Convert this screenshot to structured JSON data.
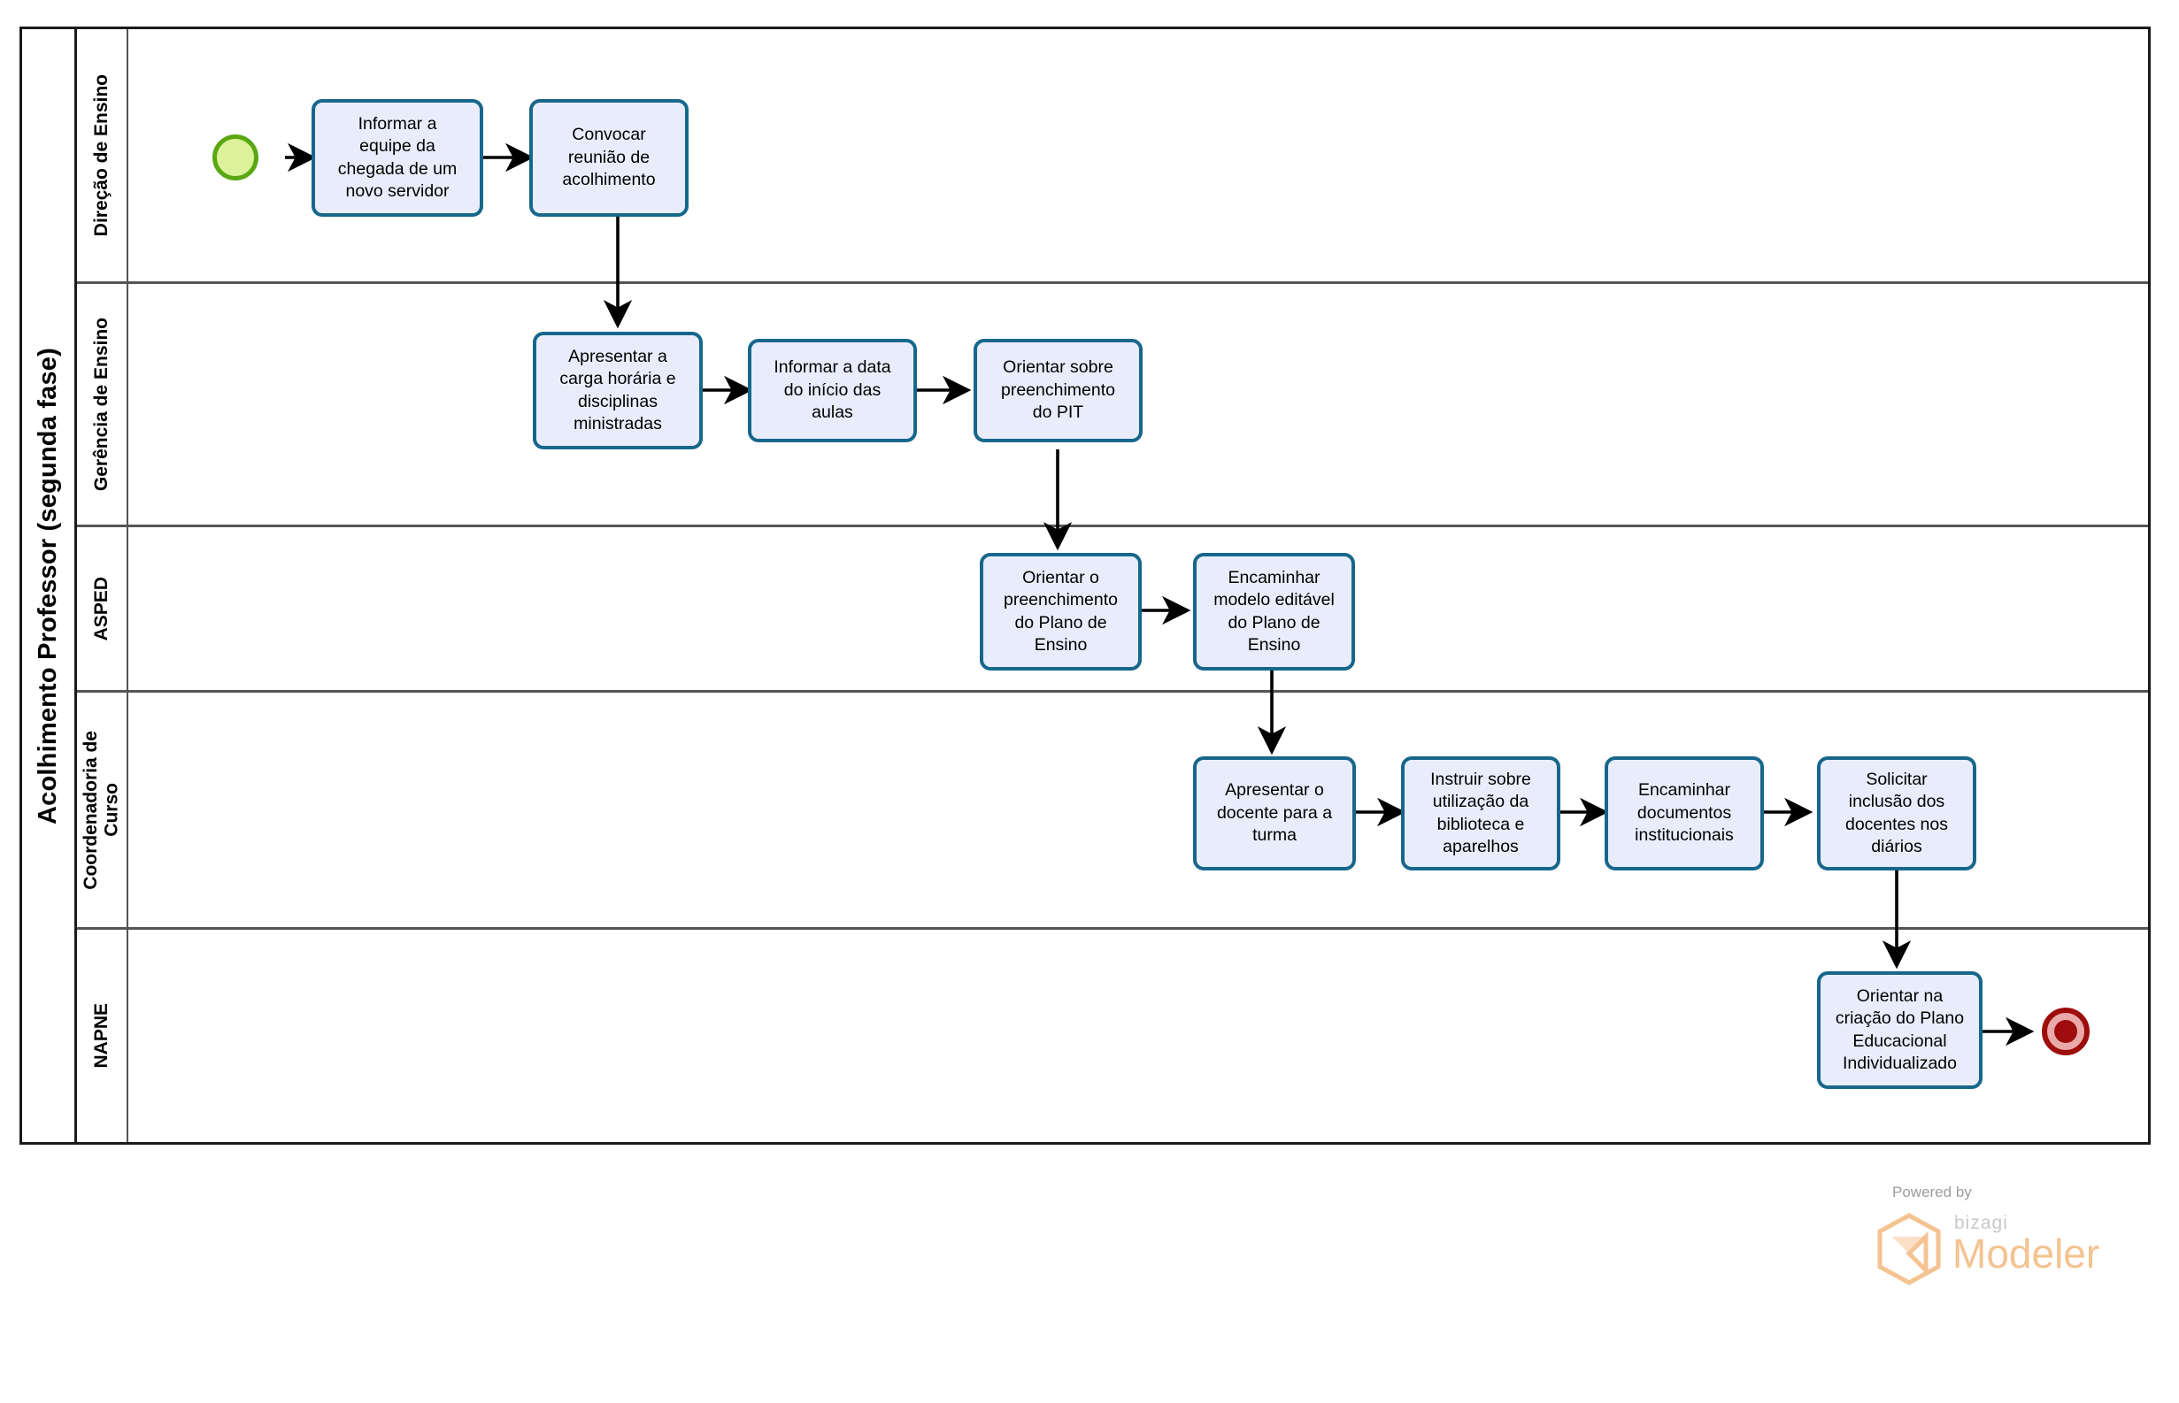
{
  "pool": {
    "title": "Acolhimento Professor (segunda fase)"
  },
  "lanes": [
    {
      "id": "direcao-de-ensino",
      "label": "Direção de Ensino"
    },
    {
      "id": "gerencia-de-ensino",
      "label": "Gerência de Ensino"
    },
    {
      "id": "asped",
      "label": "ASPED"
    },
    {
      "id": "coordenadoria-de-curso",
      "label": "Coordenadoria de\nCurso"
    },
    {
      "id": "napne",
      "label": "NAPNE"
    }
  ],
  "events": {
    "start": {
      "name": "start-event",
      "type": "start"
    },
    "end": {
      "name": "end-event",
      "type": "end"
    }
  },
  "tasks": [
    {
      "id": "t1",
      "lane": "direcao-de-ensino",
      "label": "Informar a\nequipe da\nchegada de um\nnovo servidor"
    },
    {
      "id": "t2",
      "lane": "direcao-de-ensino",
      "label": "Convocar\nreunião de\nacolhimento"
    },
    {
      "id": "t3",
      "lane": "gerencia-de-ensino",
      "label": "Apresentar a\ncarga horária e\ndisciplinas\nministradas"
    },
    {
      "id": "t4",
      "lane": "gerencia-de-ensino",
      "label": "Informar a data\ndo início das\naulas"
    },
    {
      "id": "t5",
      "lane": "gerencia-de-ensino",
      "label": "Orientar sobre\npreenchimento\ndo PIT"
    },
    {
      "id": "t6",
      "lane": "asped",
      "label": "Orientar o\npreenchimento\ndo Plano de\nEnsino"
    },
    {
      "id": "t7",
      "lane": "asped",
      "label": "Encaminhar\nmodelo editável\ndo Plano de\nEnsino"
    },
    {
      "id": "t8",
      "lane": "coordenadoria-de-curso",
      "label": "Apresentar o\ndocente para a\nturma"
    },
    {
      "id": "t9",
      "lane": "coordenadoria-de-curso",
      "label": "Instruir sobre\nutilização da\nbiblioteca e\naparelhos"
    },
    {
      "id": "t10",
      "lane": "coordenadoria-de-curso",
      "label": "Encaminhar\ndocumentos\ninstitucionais"
    },
    {
      "id": "t11",
      "lane": "coordenadoria-de-curso",
      "label": "Solicitar\ninclusão dos\ndocentes nos\ndiários"
    },
    {
      "id": "t12",
      "lane": "napne",
      "label": "Orientar na\ncriação do Plano\nEducacional\nIndividualizado"
    }
  ],
  "flows": [
    {
      "from": "start",
      "to": "t1"
    },
    {
      "from": "t1",
      "to": "t2"
    },
    {
      "from": "t2",
      "to": "t3"
    },
    {
      "from": "t3",
      "to": "t4"
    },
    {
      "from": "t4",
      "to": "t5"
    },
    {
      "from": "t5",
      "to": "t6"
    },
    {
      "from": "t6",
      "to": "t7"
    },
    {
      "from": "t7",
      "to": "t8"
    },
    {
      "from": "t8",
      "to": "t9"
    },
    {
      "from": "t9",
      "to": "t10"
    },
    {
      "from": "t10",
      "to": "t11"
    },
    {
      "from": "t11",
      "to": "t12"
    },
    {
      "from": "t12",
      "to": "end"
    }
  ],
  "branding": {
    "powered_by": "Powered by",
    "product_name": "bizagi",
    "product_suffix": "Modeler"
  },
  "colors": {
    "task_fill": "#e9edfb",
    "task_border": "#17678c",
    "start_fill": "#dcf29a",
    "start_border": "#5aa714",
    "end_fill": "#eaa9a9",
    "end_border": "#9e0c0c",
    "pool_border": "#1a1a1a",
    "lane_border": "#555555",
    "brand_orange": "#f4c391"
  }
}
